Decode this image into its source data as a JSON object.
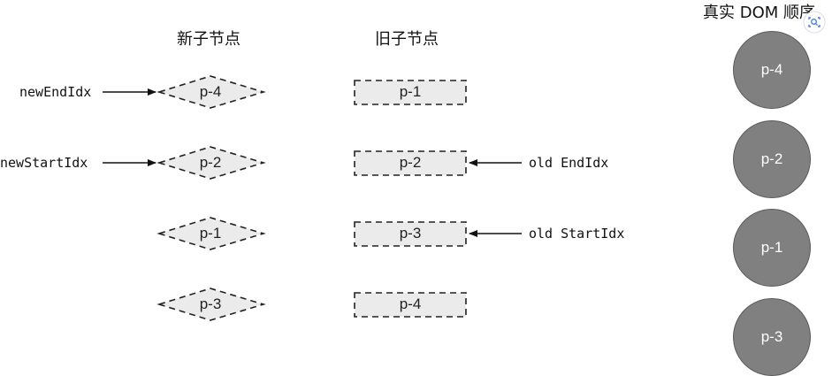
{
  "headings": {
    "new_children": "新子节点",
    "old_children": "旧子节点",
    "real_dom": "真实 DOM 顺序"
  },
  "new_nodes": [
    "p-4",
    "p-2",
    "p-1",
    "p-3"
  ],
  "old_nodes": [
    "p-1",
    "p-2",
    "p-3",
    "p-4"
  ],
  "real_dom_nodes": [
    "p-4",
    "p-2",
    "p-1",
    "p-3"
  ],
  "pointers": {
    "new_end": "newEndIdx",
    "new_start": "newStartIdx",
    "old_end": "old EndIdx",
    "old_start": "old StartIdx"
  },
  "colors": {
    "box_fill": "#ebebeb",
    "circle_fill": "#808080",
    "stroke": "#222222"
  },
  "icons": [
    "scan-icon"
  ]
}
